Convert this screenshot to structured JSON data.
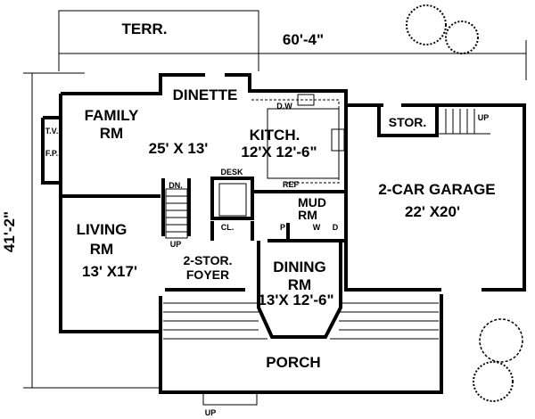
{
  "title": "Floor Plan",
  "dimensions": {
    "width": "60'-4\"",
    "depth": "41'-2\""
  },
  "rooms": {
    "terrace": {
      "label": "TERR."
    },
    "dinette": {
      "label": "DINETTE"
    },
    "family": {
      "label": "FAMILY",
      "label2": "RM",
      "size": "25' X 13'"
    },
    "kitchen": {
      "label": "KITCH.",
      "size": "12'X 12'-6\""
    },
    "garage": {
      "label": "2-CAR GARAGE",
      "size": "22' X20'"
    },
    "storage": {
      "label": "STOR."
    },
    "living": {
      "label": "LIVING",
      "label2": "RM",
      "size": "13' X17'"
    },
    "foyer": {
      "label": "2-STOR.",
      "label2": "FOYER"
    },
    "mud": {
      "label": "MUD",
      "label2": "RM"
    },
    "dining": {
      "label": "DINING",
      "label2": "RM",
      "size": "13'X 12'-6\""
    },
    "porch": {
      "label": "PORCH"
    }
  },
  "fixtures": {
    "tv": "T.V.",
    "fp": "F.P.",
    "dw": "D.W",
    "ref": "REF",
    "desk": "DESK",
    "dn": "DN.",
    "up_stair": "UP",
    "closet": "CL.",
    "pantry": "P",
    "washer": "W",
    "dryer": "D",
    "garage_up": "UP",
    "porch_up": "UP"
  }
}
